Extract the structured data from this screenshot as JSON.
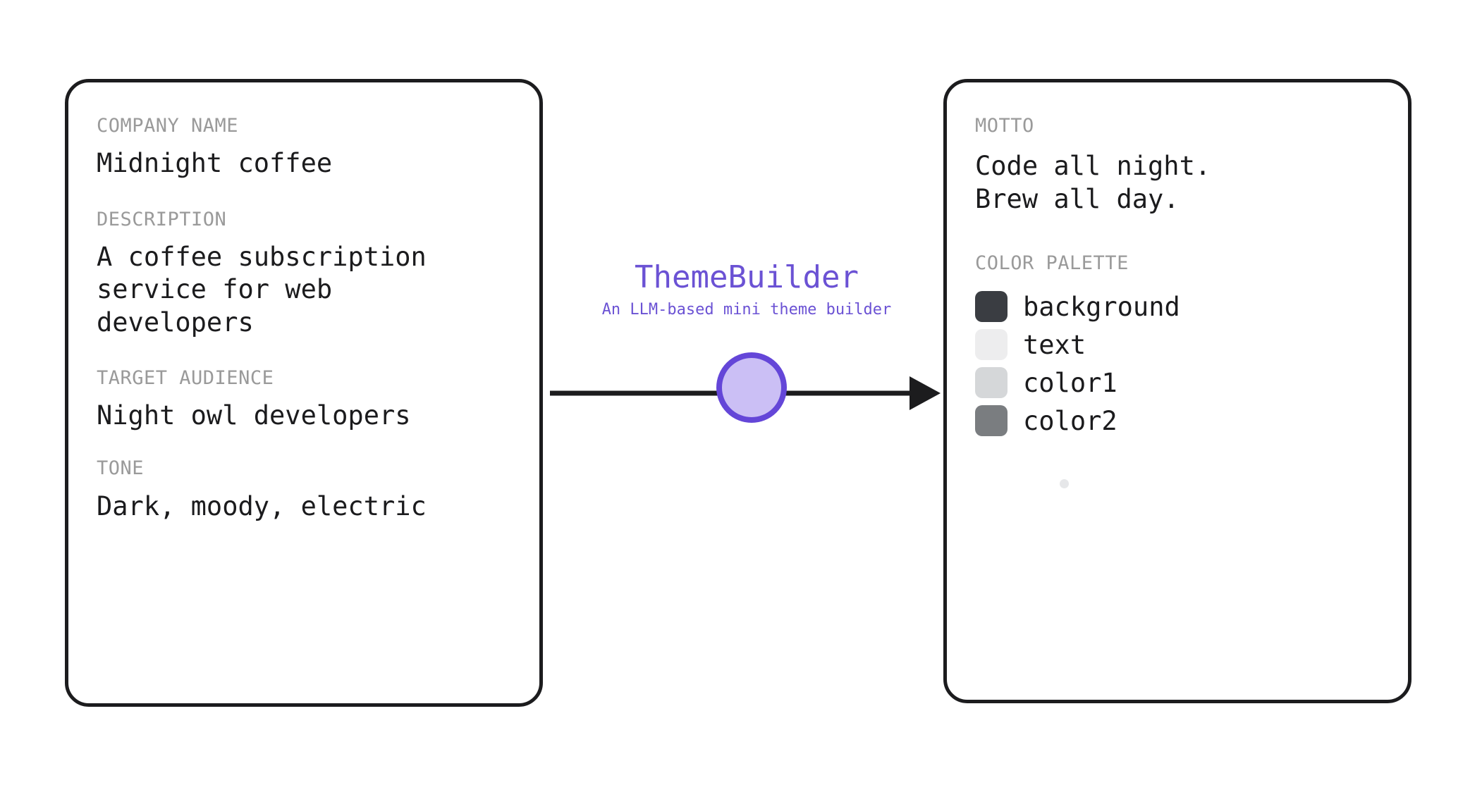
{
  "app": {
    "title": "ThemeBuilder",
    "subtitle": "An LLM-based mini theme builder",
    "accent_color": "#6b52d4",
    "node_fill_color": "#cbbff5",
    "node_stroke_color": "#6446d8"
  },
  "input_card": {
    "fields": [
      {
        "label": "COMPANY NAME",
        "value": "Midnight coffee"
      },
      {
        "label": "DESCRIPTION",
        "value": "A coffee subscription\nservice for web\ndevelopers"
      },
      {
        "label": "TARGET AUDIENCE",
        "value": "Night owl developers"
      },
      {
        "label": "TONE",
        "value": "Dark, moody, electric"
      }
    ]
  },
  "output_card": {
    "motto": {
      "label": "MOTTO",
      "value": "Code all night.\nBrew all day."
    },
    "palette": {
      "label": "COLOR PALETTE",
      "swatches": [
        {
          "name": "background",
          "color": "#3a3d42"
        },
        {
          "name": "text",
          "color": "#ededee"
        },
        {
          "name": "color1",
          "color": "#d5d7d9"
        },
        {
          "name": "color2",
          "color": "#7a7d80"
        }
      ]
    }
  },
  "arrow": {
    "stroke_color": "#1c1c1e"
  }
}
